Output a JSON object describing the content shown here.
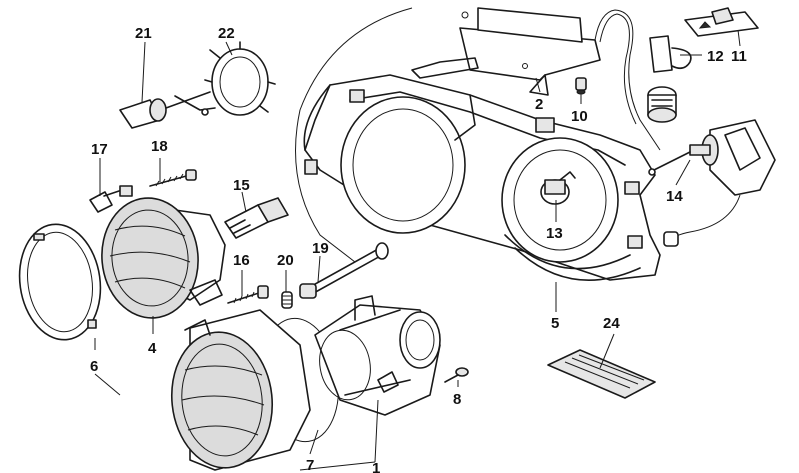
{
  "callouts": {
    "c1": "1",
    "c2": "2",
    "c4": "4",
    "c5": "5",
    "c6": "6",
    "c7": "7",
    "c8": "8",
    "c10": "10",
    "c11": "11",
    "c12": "12",
    "c13": "13",
    "c14": "14",
    "c15": "15",
    "c16": "16",
    "c17": "17",
    "c18": "18",
    "c19": "19",
    "c20": "20",
    "c21": "21",
    "c22": "22",
    "c24": "24"
  },
  "colors": {
    "line": "#1a1a1a",
    "background": "#ffffff",
    "shade": "#dcdcdc"
  }
}
